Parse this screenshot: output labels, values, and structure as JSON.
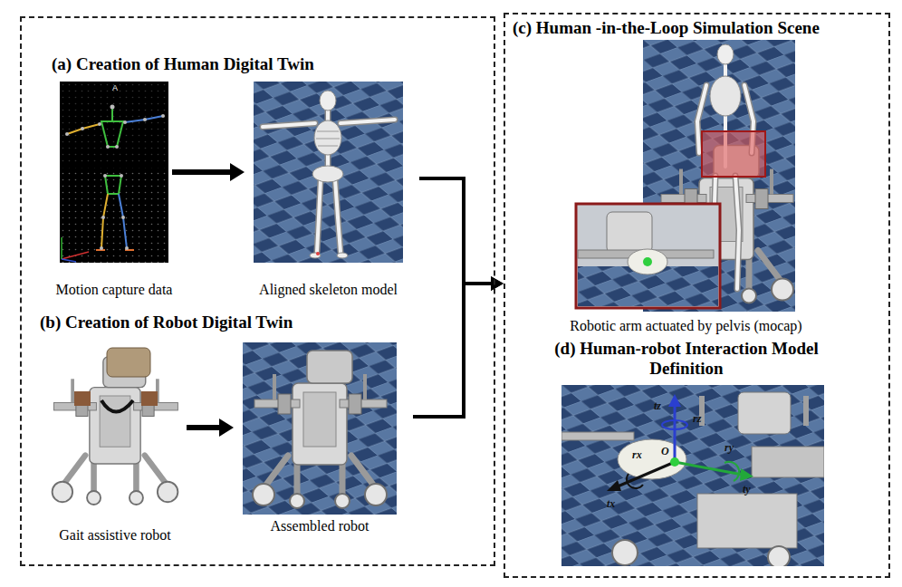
{
  "diagram": {
    "nodes": [
      {
        "text": [
          "(a) Creation of Human Digital Twin",
          "(b) Creation of Robot Digital Twin"
        ]
      },
      {
        "text": [
          "Motion capture data"
        ],
        "in": 0
      },
      {
        "text": [
          "Aligned skeleton model"
        ],
        "in": 0
      },
      {
        "text": [
          "Gait assistive robot"
        ],
        "in": 0
      },
      {
        "text": [
          "Assembled robot"
        ],
        "in": 0
      },
      {
        "text": [
          "(c) Human -in-the-Loop Simulation Scene",
          "(d) Human-robot Interaction Model Definition"
        ]
      },
      {
        "text": [
          "Robotic arm actuated by pelvis (mocap)"
        ],
        "in": 5
      },
      {
        "text": [
          "tz",
          "rz",
          "rx",
          "O",
          "ry",
          "tx",
          "ty"
        ],
        "in": 5
      }
    ],
    "edges": [
      {
        "from": 1,
        "to": 2,
        "arrow": "to"
      },
      {
        "from": 3,
        "to": 4,
        "arrow": "to"
      },
      {
        "from": 2,
        "to": 5,
        "arrow": "to"
      },
      {
        "from": 4,
        "to": 5,
        "arrow": "to"
      }
    ],
    "labels": [
      "A"
    ]
  }
}
